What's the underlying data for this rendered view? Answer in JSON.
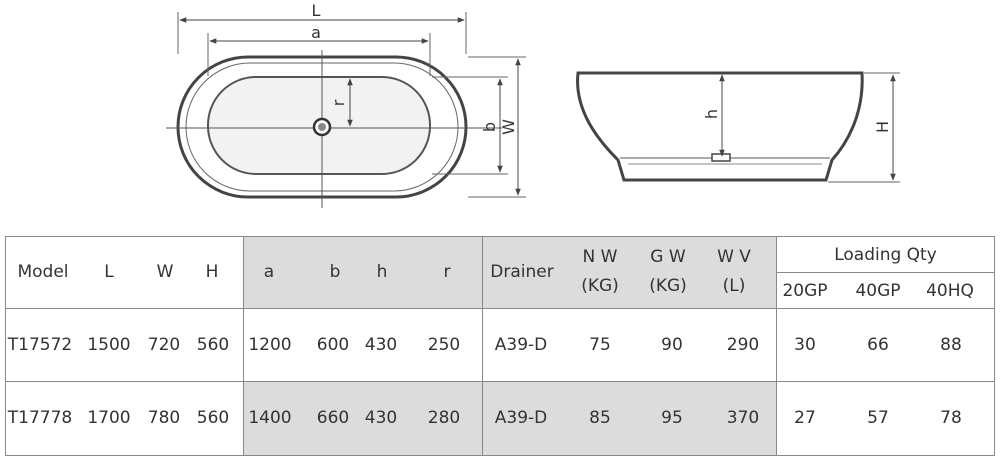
{
  "diagram": {
    "top_view_labels": {
      "length": "L",
      "inner_length": "a",
      "radius": "r",
      "inner_width": "b",
      "width": "W"
    },
    "side_view_labels": {
      "depth": "h",
      "height": "H"
    }
  },
  "table": {
    "headers": {
      "model": "Model",
      "L": "L",
      "W": "W",
      "H": "H",
      "a": "a",
      "b": "b",
      "h": "h",
      "r": "r",
      "drainer": "Drainer",
      "nw_line1": "N W",
      "nw_line2": "(KG)",
      "gw_line1": "G W",
      "gw_line2": "(KG)",
      "wv_line1": "W V",
      "wv_line2": "(L)",
      "loading_qty": "Loading Qty",
      "q20gp": "20GP",
      "q40gp": "40GP",
      "q40hq": "40HQ"
    },
    "rows": [
      {
        "model": "T17572",
        "L": "1500",
        "W": "720",
        "H": "560",
        "a": "1200",
        "b": "600",
        "h": "430",
        "r": "250",
        "drainer": "A39-D",
        "nw": "75",
        "gw": "90",
        "wv": "290",
        "q20gp": "30",
        "q40gp": "66",
        "q40hq": "88"
      },
      {
        "model": "T17778",
        "L": "1700",
        "W": "780",
        "H": "560",
        "a": "1400",
        "b": "660",
        "h": "430",
        "r": "280",
        "drainer": "A39-D",
        "nw": "85",
        "gw": "95",
        "wv": "370",
        "q20gp": "27",
        "q40gp": "57",
        "q40hq": "78"
      }
    ]
  }
}
